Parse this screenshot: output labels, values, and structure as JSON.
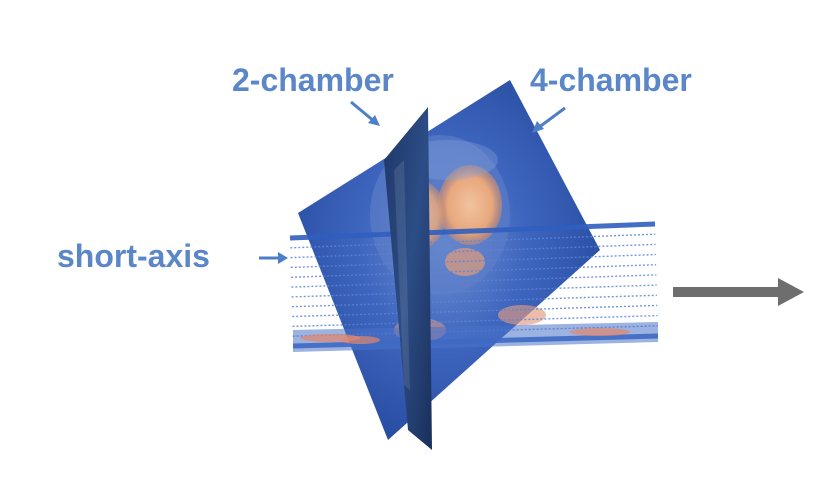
{
  "colors": {
    "label": "#5b87c8",
    "pointer_arrow": "#4d7fc6",
    "output_arrow": "#6e6e6e",
    "plane_blue": "#2b55a8",
    "tissue_orange": "#e8a77c"
  },
  "labels": {
    "two_chamber": "2-chamber",
    "four_chamber": "4-chamber",
    "short_axis": "short-axis"
  },
  "icons": {
    "output": "right-arrow-icon"
  }
}
